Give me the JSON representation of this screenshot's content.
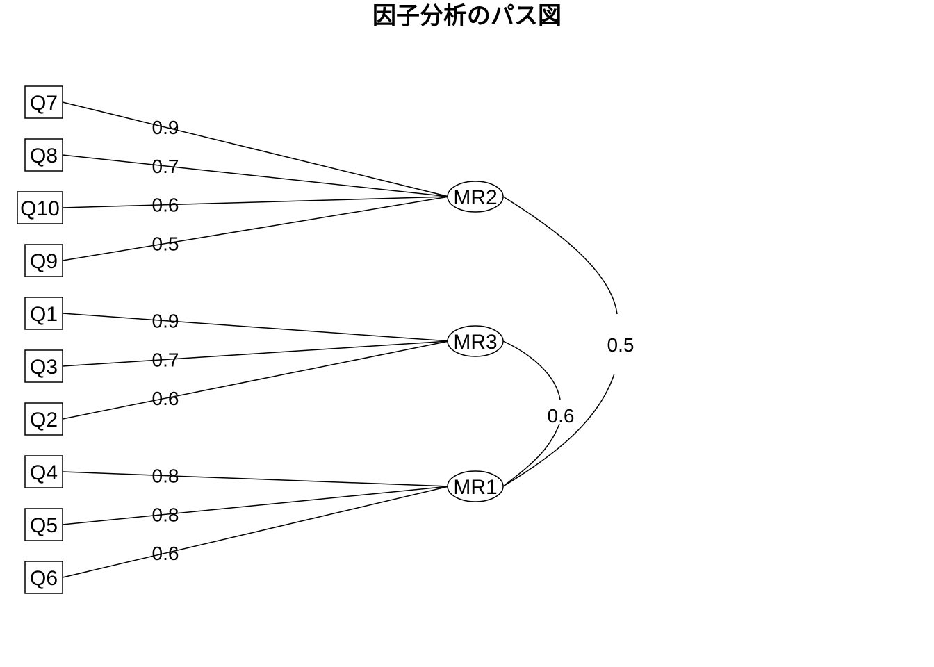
{
  "title": "因子分析のパス図",
  "diagram": {
    "observed": [
      {
        "id": "Q7",
        "label": "Q7"
      },
      {
        "id": "Q8",
        "label": "Q8"
      },
      {
        "id": "Q10",
        "label": "Q10"
      },
      {
        "id": "Q9",
        "label": "Q9"
      },
      {
        "id": "Q1",
        "label": "Q1"
      },
      {
        "id": "Q3",
        "label": "Q3"
      },
      {
        "id": "Q2",
        "label": "Q2"
      },
      {
        "id": "Q4",
        "label": "Q4"
      },
      {
        "id": "Q5",
        "label": "Q5"
      },
      {
        "id": "Q6",
        "label": "Q6"
      }
    ],
    "factors": [
      {
        "id": "MR2",
        "label": "MR2"
      },
      {
        "id": "MR3",
        "label": "MR3"
      },
      {
        "id": "MR1",
        "label": "MR1"
      }
    ],
    "loadings": [
      {
        "from": "MR2",
        "to": "Q7",
        "value": "0.9"
      },
      {
        "from": "MR2",
        "to": "Q8",
        "value": "0.7"
      },
      {
        "from": "MR2",
        "to": "Q10",
        "value": "0.6"
      },
      {
        "from": "MR2",
        "to": "Q9",
        "value": "0.5"
      },
      {
        "from": "MR3",
        "to": "Q1",
        "value": "0.9"
      },
      {
        "from": "MR3",
        "to": "Q3",
        "value": "0.7"
      },
      {
        "from": "MR3",
        "to": "Q2",
        "value": "0.6"
      },
      {
        "from": "MR1",
        "to": "Q4",
        "value": "0.8"
      },
      {
        "from": "MR1",
        "to": "Q5",
        "value": "0.8"
      },
      {
        "from": "MR1",
        "to": "Q6",
        "value": "0.6"
      }
    ],
    "correlations": [
      {
        "a": "MR2",
        "b": "MR1",
        "value": "0.5"
      },
      {
        "a": "MR3",
        "b": "MR1",
        "value": "0.6"
      }
    ]
  }
}
